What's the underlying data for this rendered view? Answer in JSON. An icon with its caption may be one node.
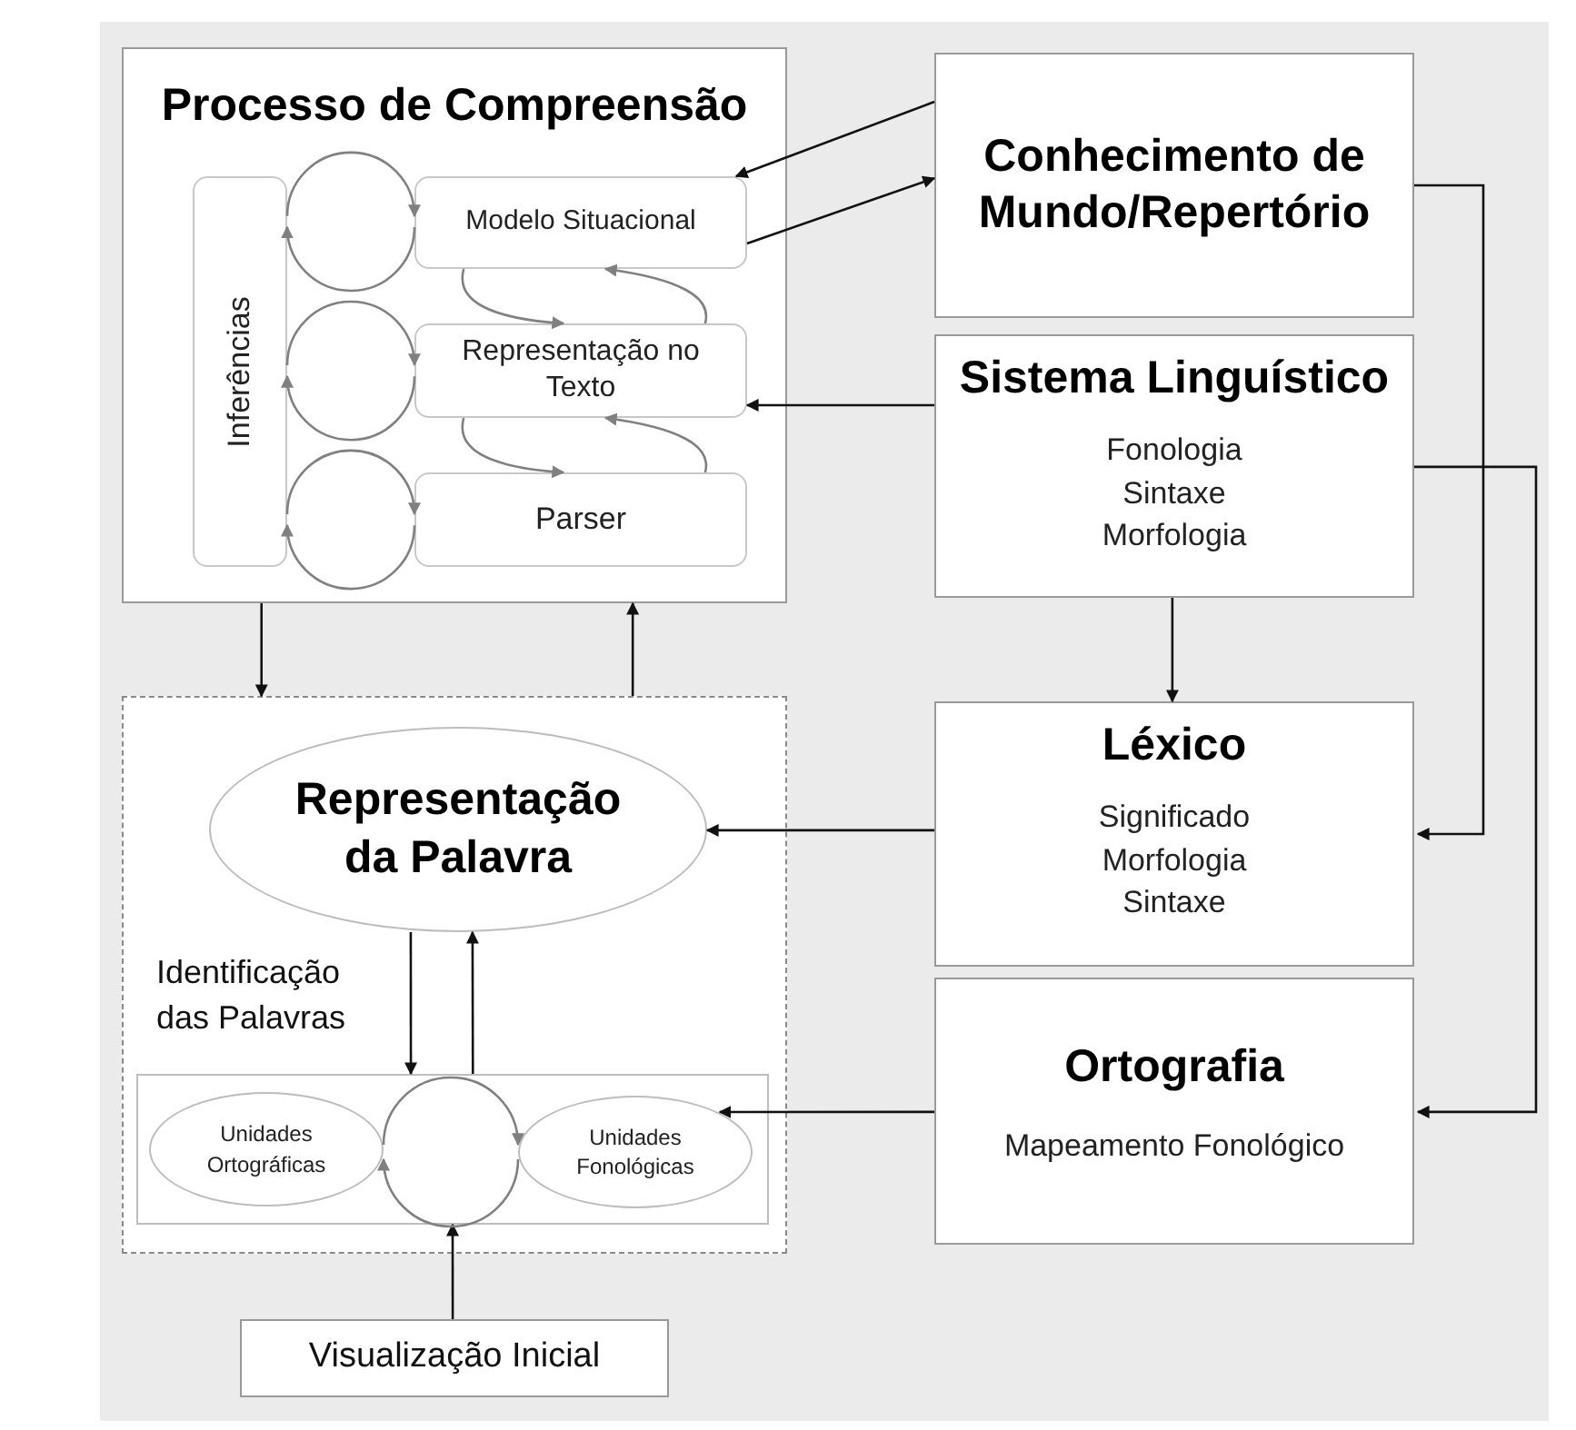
{
  "diagram": {
    "nodes": [
      {
        "text": [
          "Processo de Compreensão"
        ]
      },
      {
        "text": [
          "Inferências"
        ],
        "in": 0
      },
      {
        "text": [
          "Modelo Situacional"
        ],
        "in": 0
      },
      {
        "text": [
          "Representação no Texto"
        ],
        "in": 0
      },
      {
        "text": [
          "Parser"
        ],
        "in": 0
      },
      {
        "text": [
          "Conhecimento de Mundo/Repertório"
        ]
      },
      {
        "text": [
          "Sistema Linguístico",
          "Fonologia",
          "Sintaxe",
          "Morfologia"
        ]
      },
      {
        "text": [],
        "shape": "box"
      },
      {
        "text": [
          "Representação da Palavra"
        ],
        "in": 7
      },
      {
        "text": [],
        "shape": "box",
        "in": 7
      },
      {
        "text": [
          "Unidades Ortográficas"
        ],
        "in": 9
      },
      {
        "text": [
          "Unidades Fonológicas"
        ],
        "in": 9
      },
      {
        "text": [
          "Léxico",
          "Significado",
          "Morfologia",
          "Sintaxe"
        ]
      },
      {
        "text": [
          "Ortografia",
          "Mapeamento Fonológico"
        ]
      },
      {
        "text": [
          "Visualização Inicial"
        ]
      }
    ],
    "edges": [
      {
        "from": 5,
        "to": 2,
        "arrow": "to"
      },
      {
        "from": 2,
        "to": 5,
        "arrow": "to"
      },
      {
        "from": 6,
        "to": 3,
        "arrow": "to"
      },
      {
        "from": 0,
        "to": 7,
        "arrow": "to"
      },
      {
        "from": 7,
        "to": 0,
        "arrow": "to"
      },
      {
        "from": 6,
        "to": 12,
        "arrow": "to"
      },
      {
        "from": 5,
        "to": 12,
        "arrow": "to"
      },
      {
        "from": 6,
        "to": 13,
        "arrow": "to"
      },
      {
        "from": 12,
        "to": 8,
        "arrow": "to"
      },
      {
        "from": 13,
        "to": 11,
        "arrow": "to"
      },
      {
        "from": 8,
        "to": 9,
        "arrow": "to"
      },
      {
        "from": 9,
        "to": 8,
        "arrow": "to"
      },
      {
        "from": 14,
        "to": 9,
        "arrow": "to"
      },
      {
        "from": 1,
        "to": 2,
        "arrow": "to",
        "color": "#808080"
      },
      {
        "from": 2,
        "to": 1,
        "arrow": "to",
        "color": "#808080"
      },
      {
        "from": 1,
        "to": 3,
        "arrow": "to",
        "color": "#808080"
      },
      {
        "from": 3,
        "to": 1,
        "arrow": "to",
        "color": "#808080"
      },
      {
        "from": 1,
        "to": 4,
        "arrow": "to",
        "color": "#808080"
      },
      {
        "from": 4,
        "to": 1,
        "arrow": "to",
        "color": "#808080"
      },
      {
        "from": 2,
        "to": 3,
        "arrow": "to",
        "color": "#808080"
      },
      {
        "from": 3,
        "to": 2,
        "arrow": "to",
        "color": "#808080"
      },
      {
        "from": 3,
        "to": 4,
        "arrow": "to",
        "color": "#808080"
      },
      {
        "from": 4,
        "to": 3,
        "arrow": "to",
        "color": "#808080"
      },
      {
        "from": 10,
        "to": 11,
        "arrow": "to",
        "color": "#808080"
      },
      {
        "from": 11,
        "to": 10,
        "arrow": "to",
        "color": "#808080"
      }
    ],
    "labels": [
      "Identificação das Palavras"
    ]
  }
}
